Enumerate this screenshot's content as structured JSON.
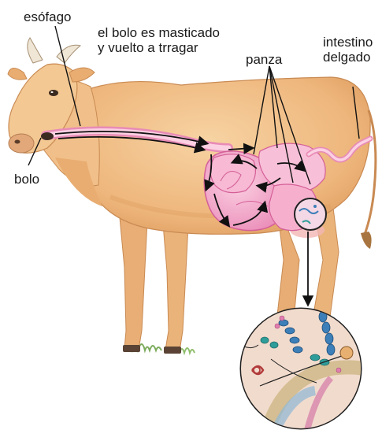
{
  "labels": {
    "esofago": "esófago",
    "bolo_masticado": [
      "el bolo es masticado",
      "y vuelto a trragar"
    ],
    "panza": "panza",
    "intestino": [
      "intestino",
      "delgado"
    ],
    "bolo": "bolo"
  },
  "colors": {
    "cow_body": "#f0c08a",
    "cow_shade": "#d99a5c",
    "cow_dark": "#b97a45",
    "stomach": "#f4a7c8",
    "stomach_dark": "#d45f98",
    "esophagus": "#f6b7d2",
    "arrow": "#111111",
    "microbe_blue": "#3d7fb8",
    "microbe_teal": "#2f9d9a",
    "grass": "#7cab5c"
  },
  "icons": [
    "horn-icon",
    "eye-icon",
    "nostril-icon",
    "hoof-icon",
    "magnifier-circle-icon"
  ]
}
